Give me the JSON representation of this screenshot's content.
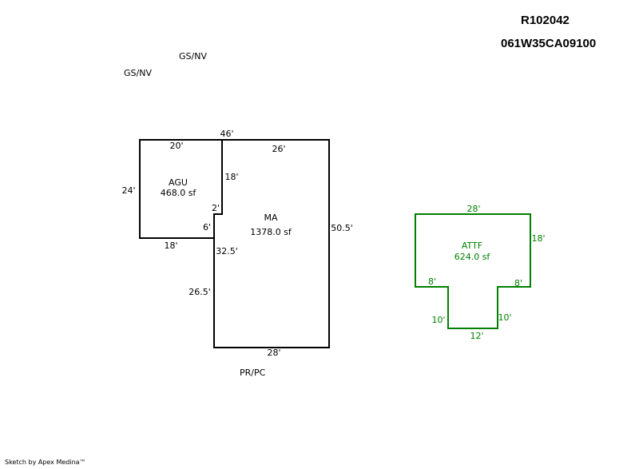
{
  "header": {
    "record_id": "R102042",
    "parcel_number": "061W35CA09100"
  },
  "notes": {
    "label_1": "GS/NV",
    "label_2": "GS/NV",
    "label_3": "PR/PC"
  },
  "footer": "Sketch by Apex Medina™",
  "colors": {
    "main_outline": "#000000",
    "attached_outline": "#008000"
  },
  "sketch": {
    "agu": {
      "name": "AGU",
      "area": "468.0 sf",
      "dims": {
        "top": "20'",
        "left": "24'",
        "bottom": "18'",
        "step_horizontal": "2'",
        "step_vertical": "6'"
      }
    },
    "ma": {
      "name": "MA",
      "area": "1378.0 sf",
      "dims": {
        "overall_top": "46'",
        "top": "26'",
        "upper_left": "18'",
        "right": "50.5'",
        "mid_left": "32.5'",
        "lower_left": "26.5'",
        "bottom": "28'"
      }
    },
    "attf": {
      "name": "ATTF",
      "area": "624.0 sf",
      "dims": {
        "top": "28'",
        "right": "18'",
        "left_step": "8'",
        "right_step": "8'",
        "left_drop": "10'",
        "right_drop": "10'",
        "bottom": "12'"
      }
    }
  }
}
